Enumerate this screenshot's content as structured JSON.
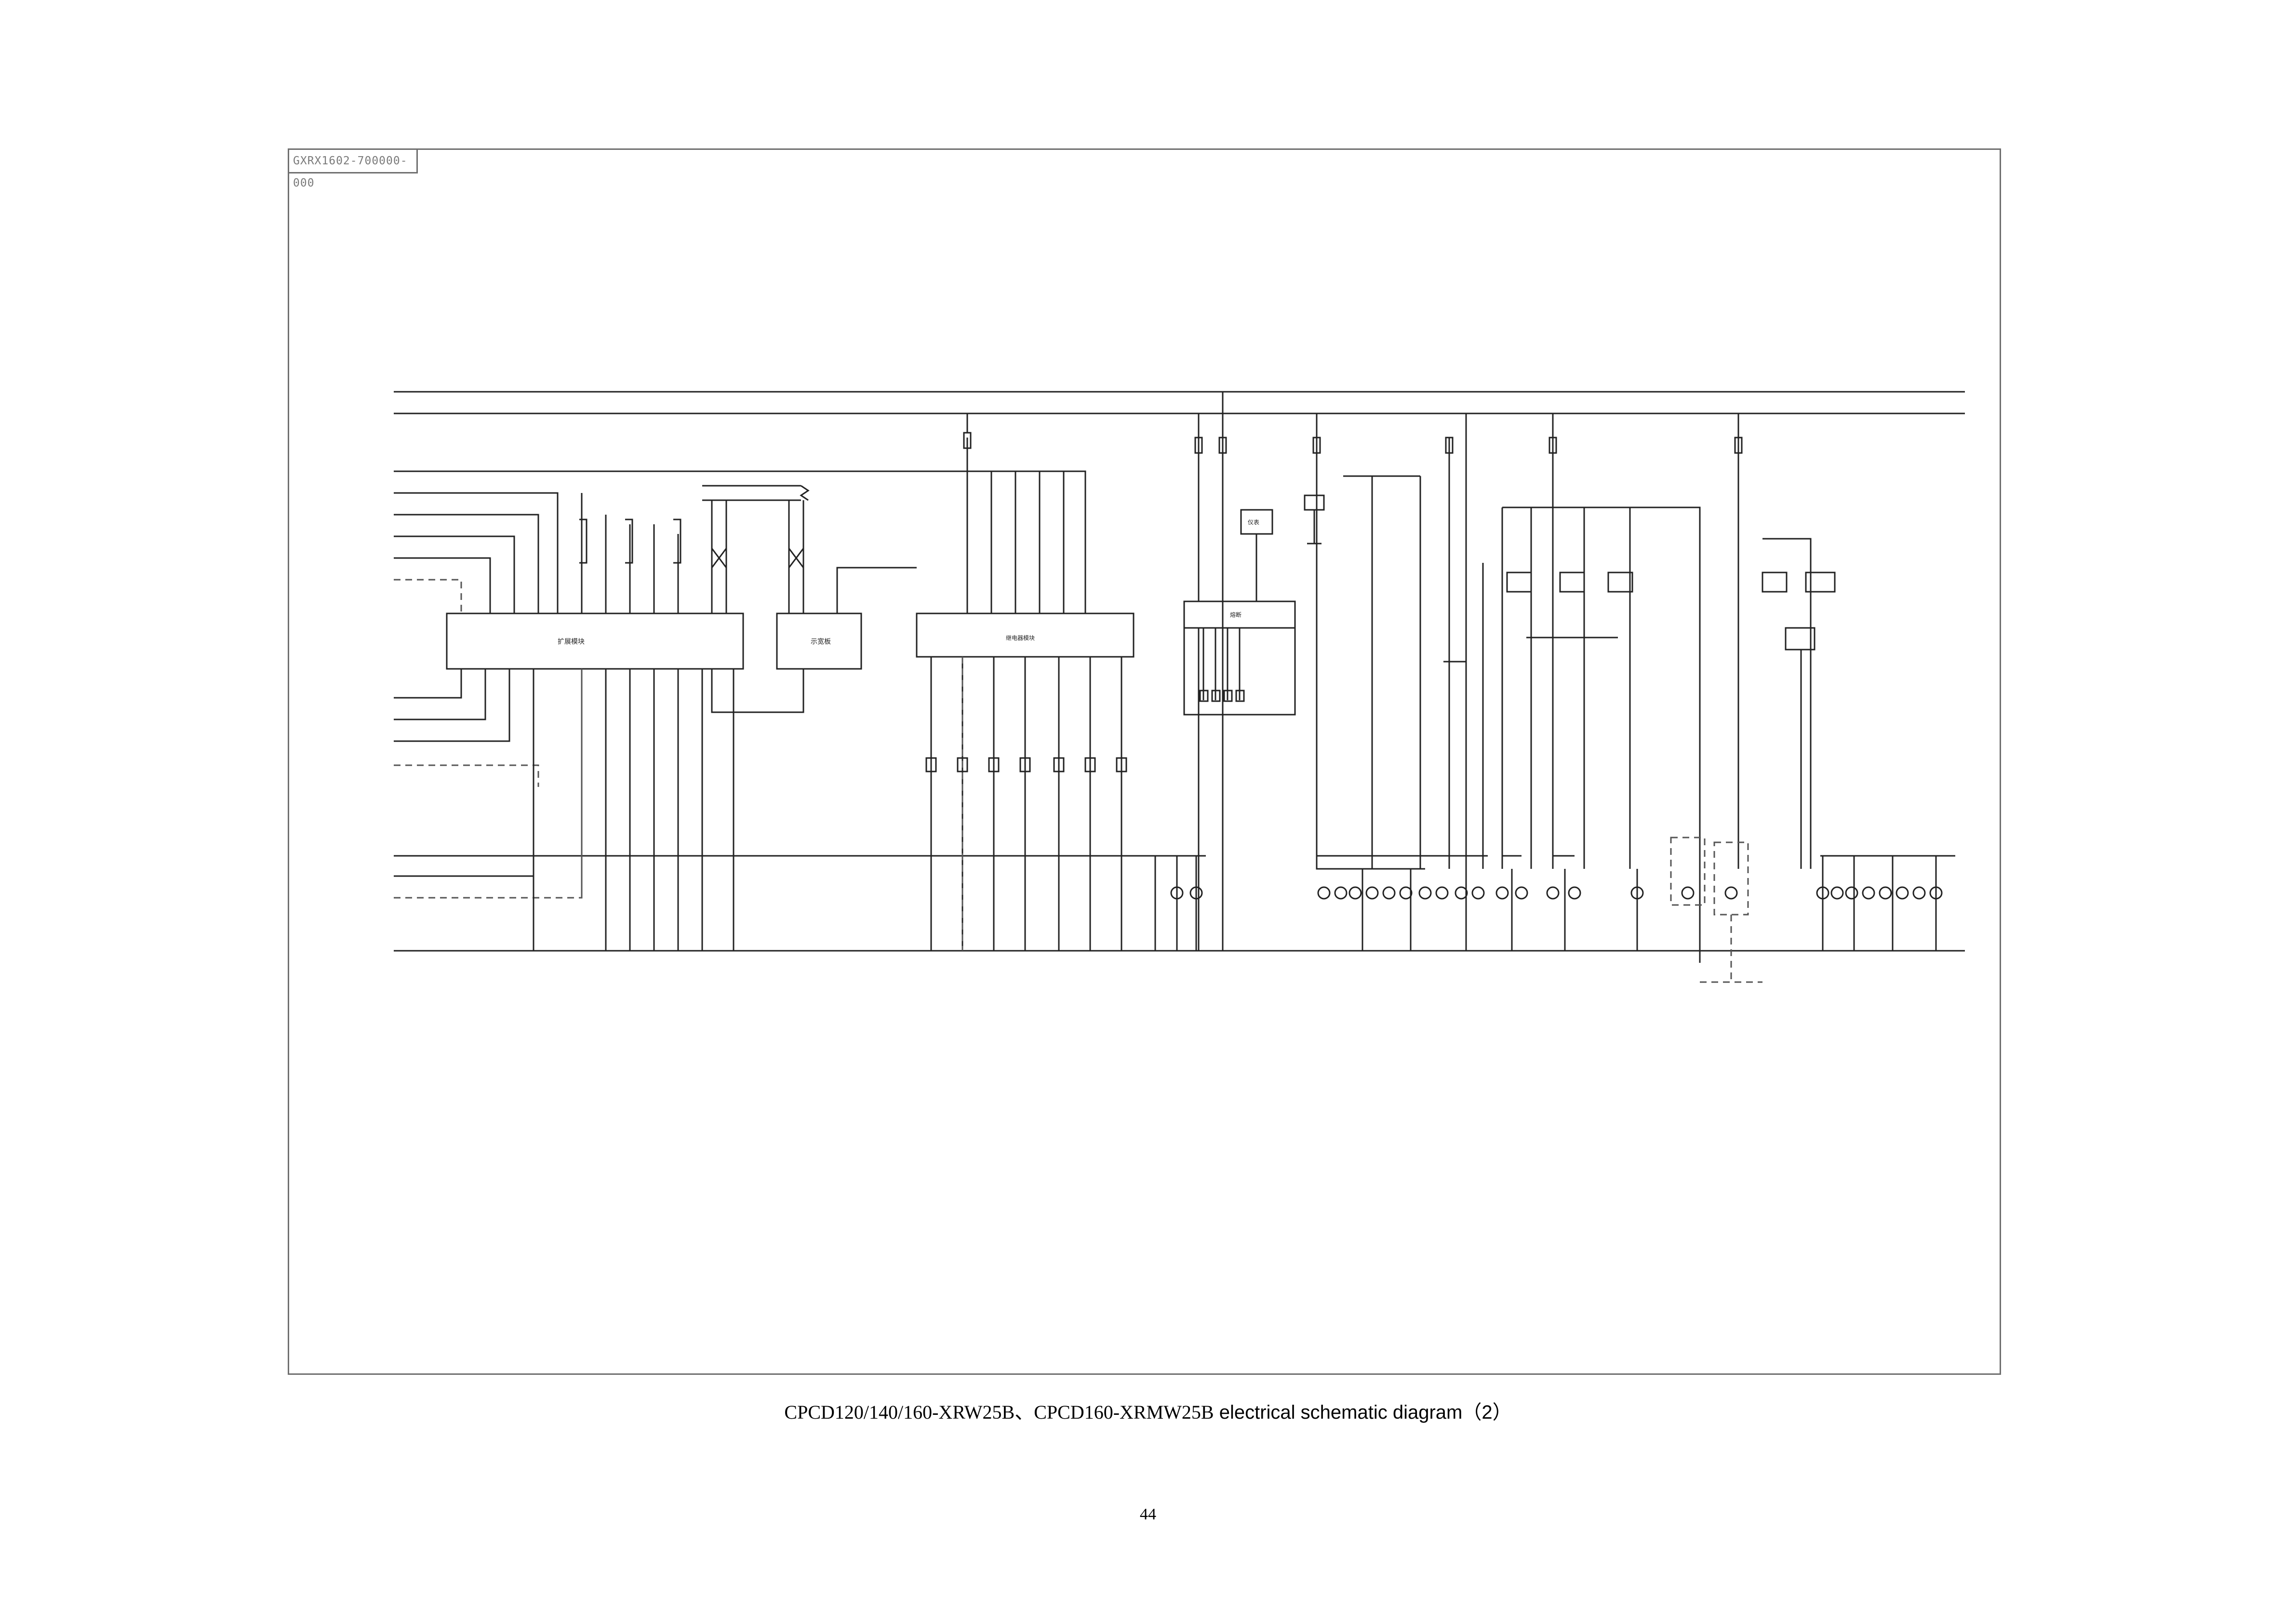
{
  "document_code": "GXRX1602-700000-000",
  "caption": {
    "models": "CPCD120/140/160-XRW25B、CPCD160-XRMW25B",
    "title": " electrical schematic diagram（2）"
  },
  "page_number": "44",
  "modules": {
    "left_box": "扩展模块",
    "mid_box": "示宽板",
    "right_box": "继电器模块",
    "small_box": "熔断",
    "top_box": "仪表"
  },
  "colors": {
    "line": "#222222",
    "frame": "#6f6f6f",
    "dashed": "#555555"
  }
}
